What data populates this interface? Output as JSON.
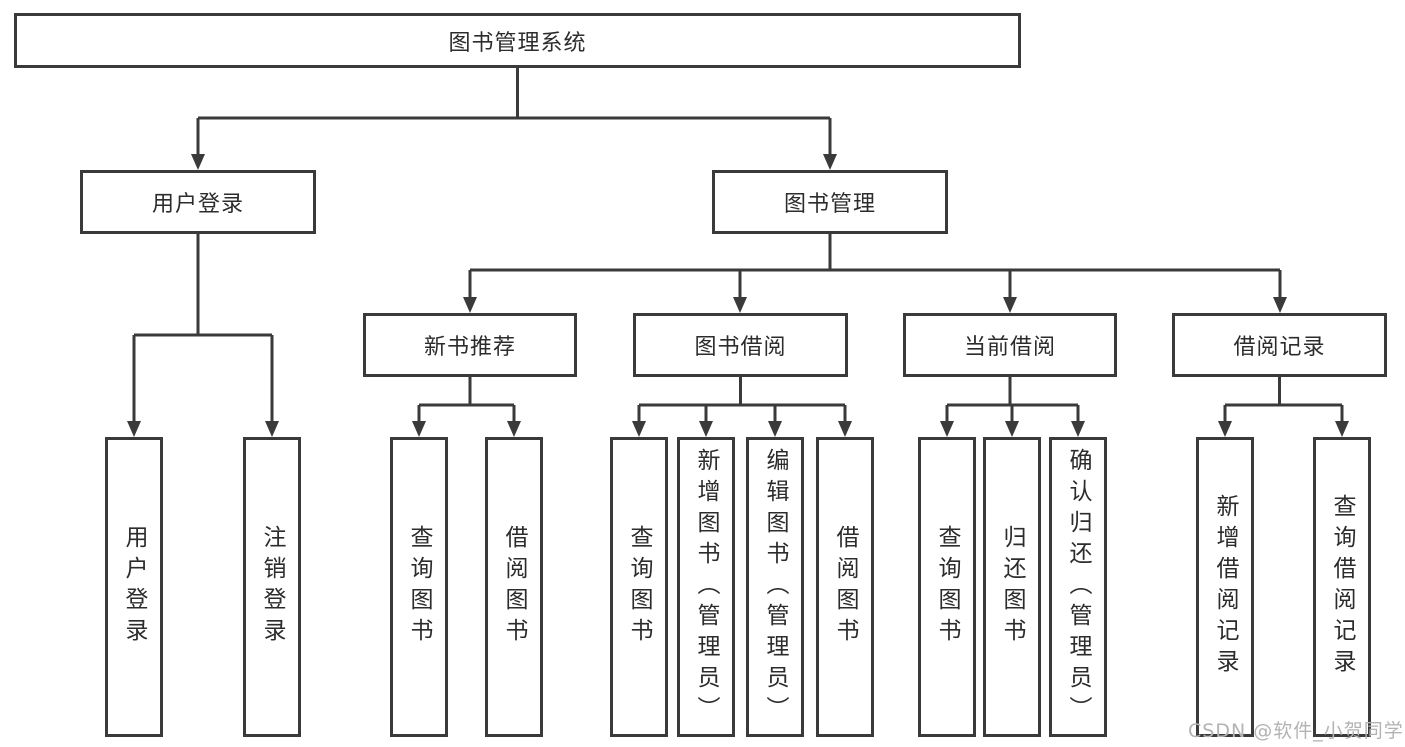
{
  "tree": {
    "root": {
      "label": "图书管理系统",
      "children": [
        {
          "label": "用户登录",
          "children": [
            {
              "label": "用户登录"
            },
            {
              "label": "注销登录"
            }
          ]
        },
        {
          "label": "图书管理",
          "children": [
            {
              "label": "新书推荐",
              "children": [
                {
                  "label": "查询图书"
                },
                {
                  "label": "借阅图书"
                }
              ]
            },
            {
              "label": "图书借阅",
              "children": [
                {
                  "label": "查询图书"
                },
                {
                  "label": "新增图书（管理员）"
                },
                {
                  "label": "编辑图书（管理员）"
                },
                {
                  "label": "借阅图书"
                }
              ]
            },
            {
              "label": "当前借阅",
              "children": [
                {
                  "label": "查询图书"
                },
                {
                  "label": "归还图书"
                },
                {
                  "label": "确认归还（管理员）"
                }
              ]
            },
            {
              "label": "借阅记录",
              "children": [
                {
                  "label": "新增借阅记录"
                },
                {
                  "label": "查询借阅记录"
                }
              ]
            }
          ]
        }
      ]
    }
  },
  "watermark": {
    "text": "CSDN @软件_小贺同学"
  },
  "colors": {
    "line": "#3a3a3a",
    "text": "#2c2c2c",
    "watermark": "#b3b3b3",
    "background": "#ffffff"
  }
}
